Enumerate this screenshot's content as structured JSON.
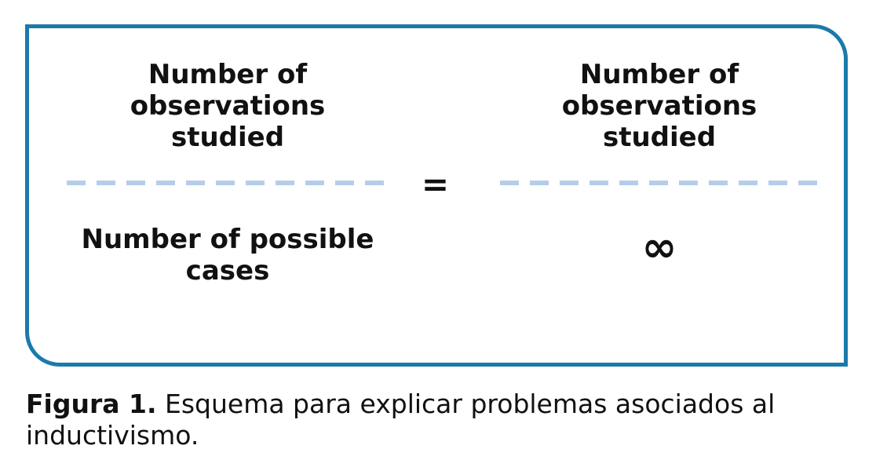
{
  "equation": {
    "left_fraction": {
      "numerator": "Number of\nobservations\nstudied",
      "denominator": "Number of possible\ncases"
    },
    "operator": "=",
    "right_fraction": {
      "numerator": "Number of\nobservations\nstudied",
      "denominator": "∞"
    }
  },
  "caption": {
    "label": "Figura 1.",
    "text": " Esquema para explicar problemas asociados al inductivismo."
  },
  "colors": {
    "box_border": "#1b7aaa",
    "fraction_bar_dash": "#b5cdea",
    "text": "#111111",
    "background": "#ffffff"
  }
}
